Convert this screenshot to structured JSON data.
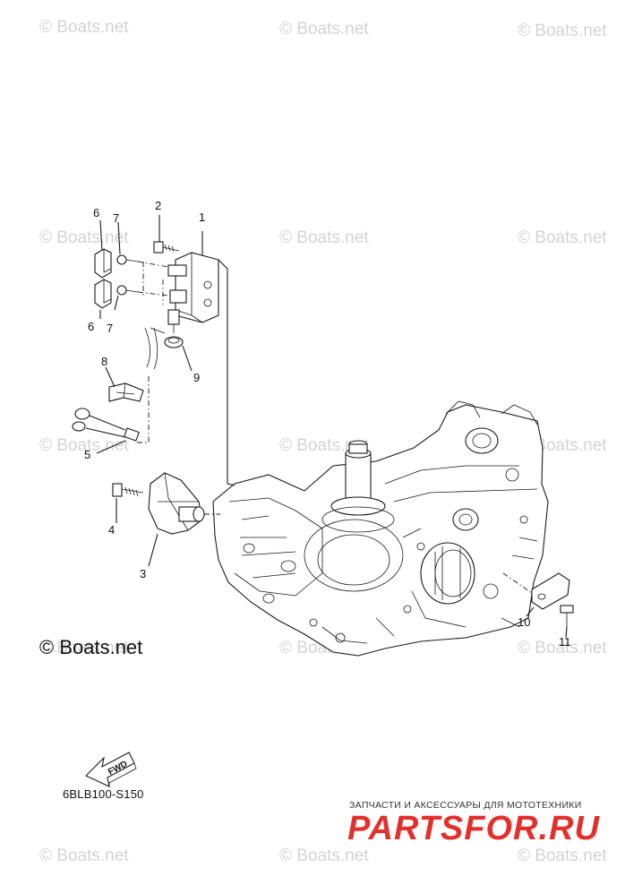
{
  "watermarks": [
    "© Boats.net",
    "© Boats.net",
    "© Boats.net",
    "© Boats.net",
    "© Boats.net",
    "© Boats.net",
    "© Boats.net",
    "© Boats.net",
    "© Boats.net",
    "© Boats.net",
    "© Boats.net",
    "© Boats.net",
    "© Boats.net",
    "© Boats.net",
    "© Boats.net"
  ],
  "copyright": "© Boats.net",
  "diagram_code": "6BLB100-S150",
  "fwd_label": "FWD",
  "callouts": [
    "1",
    "2",
    "3",
    "4",
    "5",
    "6",
    "6",
    "7",
    "7",
    "8",
    "9",
    "10",
    "11"
  ],
  "footer": {
    "ru_text": "ЗАПЧАСТИ И АКСЕССУАРЫ ДЛЯ МОТОТЕХНИКИ",
    "brand": "PARTSFOR.RU"
  },
  "colors": {
    "line": "#1a1a1a",
    "watermark": "#d3d3d3",
    "brand": "#e2312d"
  }
}
